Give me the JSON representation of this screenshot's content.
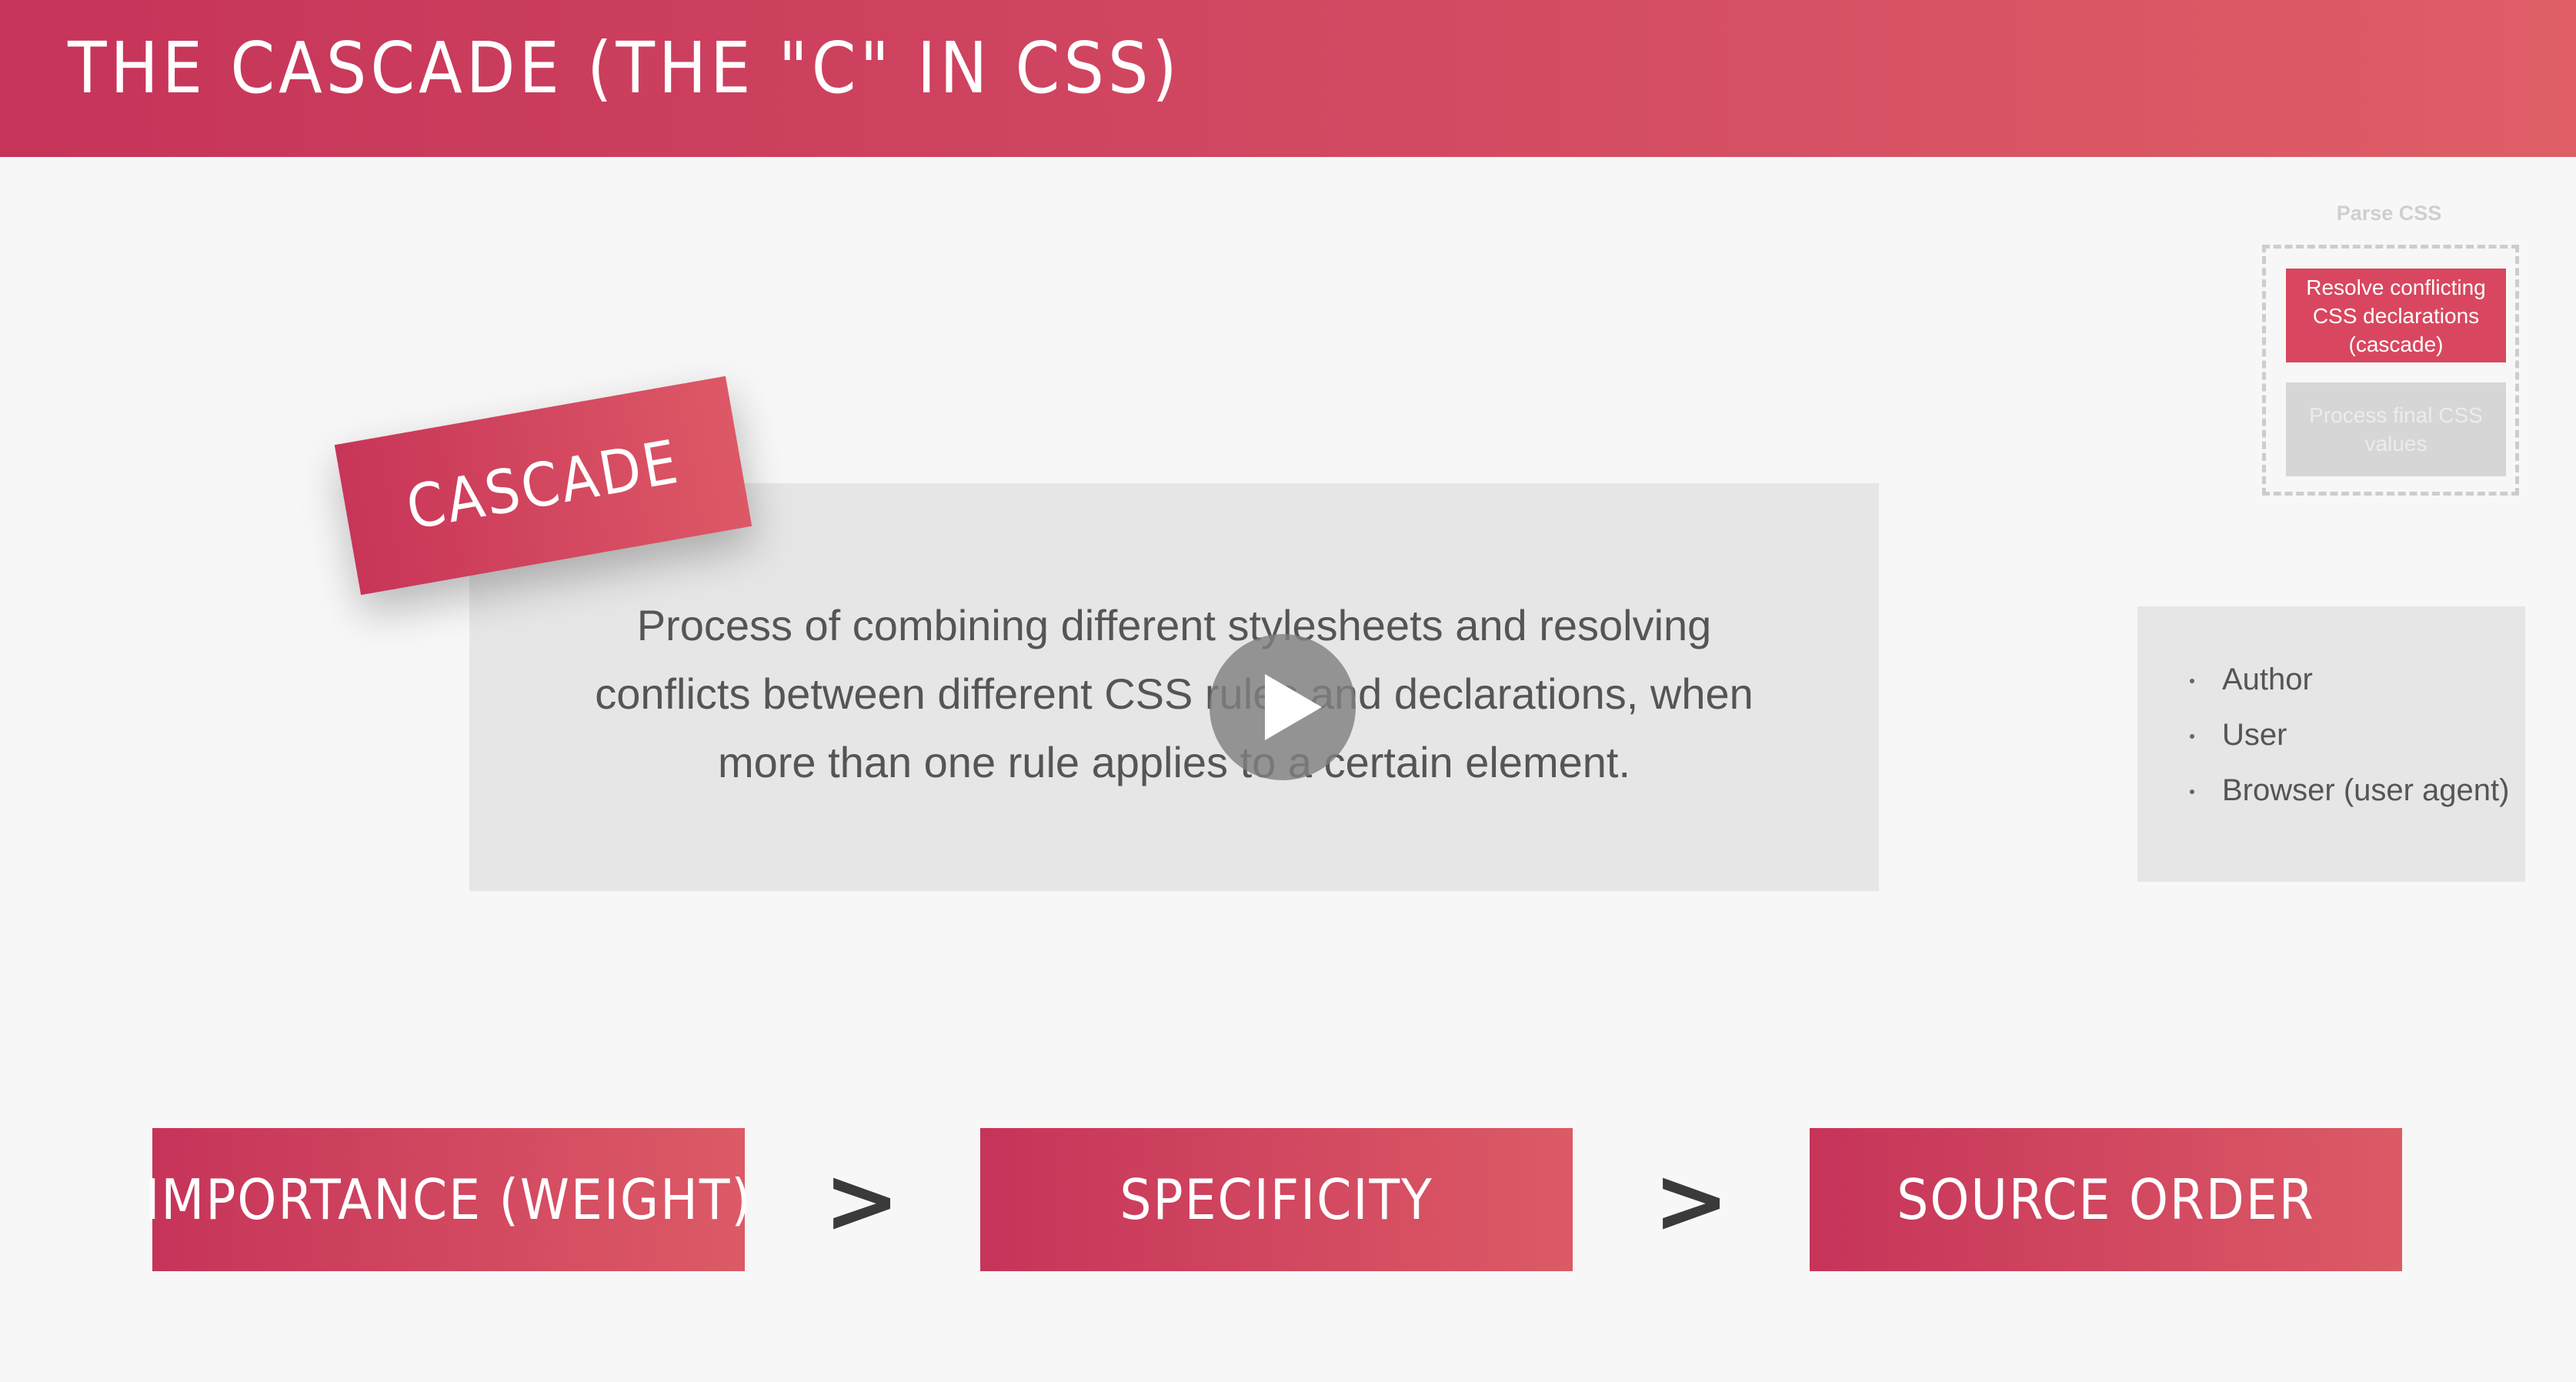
{
  "header": {
    "title": "The Cascade (The \"C\" in CSS)"
  },
  "parse_panel": {
    "title": "Parse CSS",
    "steps": [
      {
        "label": "Resolve conflicting CSS declarations (cascade)"
      },
      {
        "label": "Process final CSS values"
      }
    ]
  },
  "cascade_card": {
    "label": "Cascade"
  },
  "definition": {
    "text": "Process of combining different stylesheets and resolving conflicts between different CSS rules and declarations, when more than one rule applies to a certain element."
  },
  "video": {
    "play_icon": "play-icon"
  },
  "sources": {
    "items": [
      "Author",
      "User",
      "Browser (user agent)"
    ]
  },
  "factors": {
    "items": [
      {
        "label": "Importance (weight)"
      },
      {
        "label": "Specificity"
      },
      {
        "label": "Source order"
      }
    ],
    "separator": ">"
  },
  "colors": {
    "accent_start": "#c63459",
    "accent_end": "#df5e66",
    "background": "#f7f7f7",
    "panel_gray": "#e6e6e6",
    "text_gray": "#555555"
  }
}
